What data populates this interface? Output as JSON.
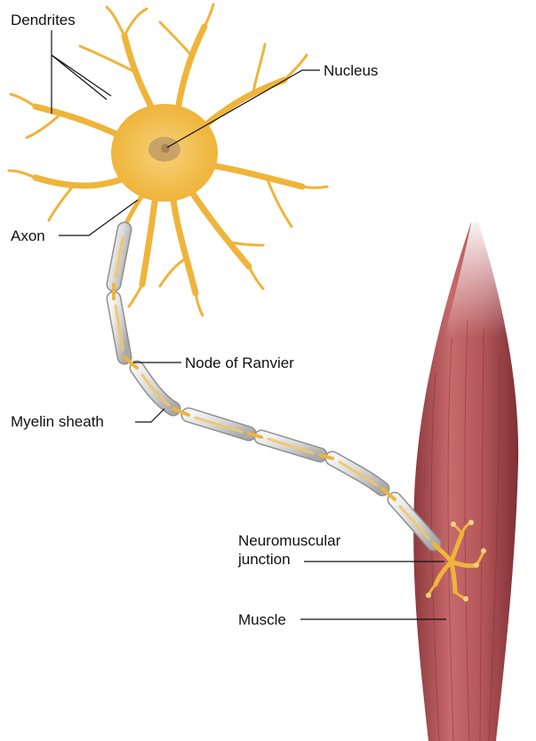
{
  "labels": {
    "dendrites": "Dendrites",
    "nucleus": "Nucleus",
    "axon": "Axon",
    "node_of_ranvier": "Node of Ranvier",
    "myelin_sheath": "Myelin sheath",
    "neuromuscular_junction_line1": "Neuromuscular",
    "neuromuscular_junction_line2": "junction",
    "muscle": "Muscle"
  },
  "colors": {
    "neuron": "#f2bd45",
    "neuron_dark": "#d99a22",
    "nucleus": "#c9a267",
    "myelin": "#dcdcdc",
    "muscle": "#b5575a",
    "muscle_dark": "#8e3a3f",
    "leader_line": "#111111"
  }
}
